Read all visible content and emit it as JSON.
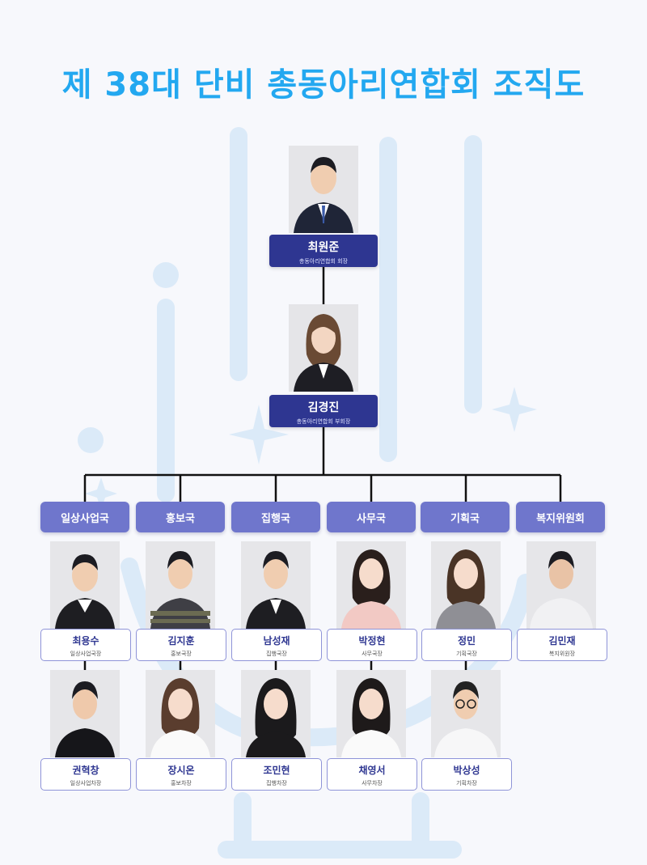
{
  "title": "제 38대 단비 총동아리연합회 조직도",
  "colors": {
    "title": "#23a8f0",
    "top_card": "#2e3691",
    "dept": "#6f76cc",
    "card_border": "#8f94d8",
    "line": "#111111"
  },
  "president": {
    "name": "최원준",
    "role": "총동아리연합회 회장"
  },
  "vice_president": {
    "name": "김경진",
    "role": "총동아리연합회 부회장"
  },
  "departments": [
    {
      "name": "일상사업국",
      "members": [
        {
          "name": "최용수",
          "role": "일상사업국장"
        },
        {
          "name": "권혁창",
          "role": "일상사업차장"
        }
      ]
    },
    {
      "name": "홍보국",
      "members": [
        {
          "name": "김지훈",
          "role": "홍보국장"
        },
        {
          "name": "장시온",
          "role": "홍보차장"
        }
      ]
    },
    {
      "name": "집행국",
      "members": [
        {
          "name": "남성재",
          "role": "집행국장"
        },
        {
          "name": "조민현",
          "role": "집행차장"
        }
      ]
    },
    {
      "name": "사무국",
      "members": [
        {
          "name": "박정현",
          "role": "사무국장"
        },
        {
          "name": "채영서",
          "role": "사무차장"
        }
      ]
    },
    {
      "name": "기획국",
      "members": [
        {
          "name": "정민",
          "role": "기획국장"
        },
        {
          "name": "박상성",
          "role": "기획차장"
        }
      ]
    },
    {
      "name": "복지위원회",
      "members": [
        {
          "name": "김민재",
          "role": "복지위원장"
        }
      ]
    }
  ]
}
